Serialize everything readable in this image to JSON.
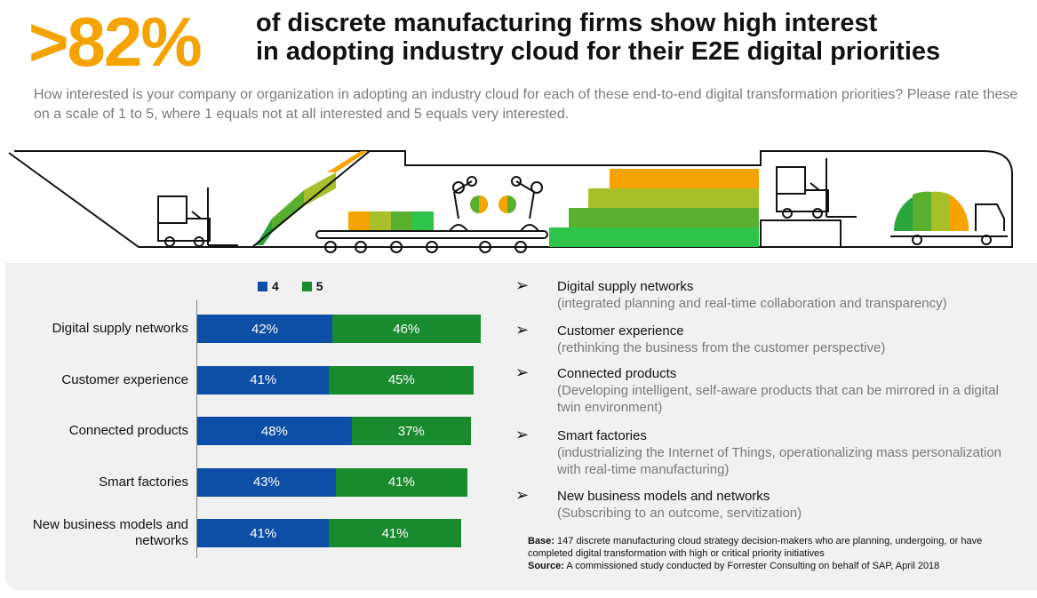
{
  "header": {
    "big_stat": ">82%",
    "headline_line1": "of discrete manufacturing firms show high interest",
    "headline_line2": "in adopting industry cloud for their E2E digital priorities",
    "question": "How interested is your company or organization in adopting an industry cloud for each of these end-to-end digital transformation priorities? Please rate these on a scale of 1 to 5, where 1 equals not at all interested and 5 equals very interested."
  },
  "colors": {
    "accent": "#f5a300",
    "series4": "#0d4ea6",
    "series5": "#1a8a2e"
  },
  "chart_data": {
    "type": "bar",
    "orientation": "horizontal",
    "stacked": true,
    "categories": [
      "Digital supply networks",
      "Customer experience",
      "Connected products",
      "Smart factories",
      "New business models and networks"
    ],
    "series": [
      {
        "name": "4",
        "values": [
          42,
          41,
          48,
          43,
          41
        ],
        "labels": [
          "42%",
          "41%",
          "48%",
          "43%",
          "41%"
        ]
      },
      {
        "name": "5",
        "values": [
          46,
          45,
          37,
          41,
          41
        ],
        "labels": [
          "46%",
          "45%",
          "37%",
          "41%",
          "41%"
        ]
      }
    ],
    "legend_position": "top",
    "unit": "%"
  },
  "descriptions": [
    {
      "title": "Digital supply networks",
      "sub": "(integrated planning and real-time collaboration and transparency)"
    },
    {
      "title": "Customer experience",
      "sub": "(rethinking the business from the customer perspective)"
    },
    {
      "title": "Connected products",
      "sub": "(Developing intelligent, self-aware products that can be mirrored in a digital twin environment)"
    },
    {
      "title": "Smart factories",
      "sub": "(industrializing the Internet of Things, operationalizing mass personalization with real-time manufacturing)"
    },
    {
      "title": "New business models and networks",
      "sub": "(Subscribing to an outcome, servitization)"
    }
  ],
  "footnote": {
    "base_label": "Base:",
    "base_text": "147 discrete manufacturing cloud strategy decision-makers who are planning, undergoing, or have completed digital transformation with high or critical priority initiatives",
    "source_label": "Source:",
    "source_text": "A commissioned study conducted by Forrester Consulting on behalf of SAP, April 2018"
  },
  "icons": {
    "arrow": "arrow-right-icon",
    "forklift": "forklift-icon",
    "robot_arm": "robot-arm-icon",
    "truck": "truck-icon"
  }
}
